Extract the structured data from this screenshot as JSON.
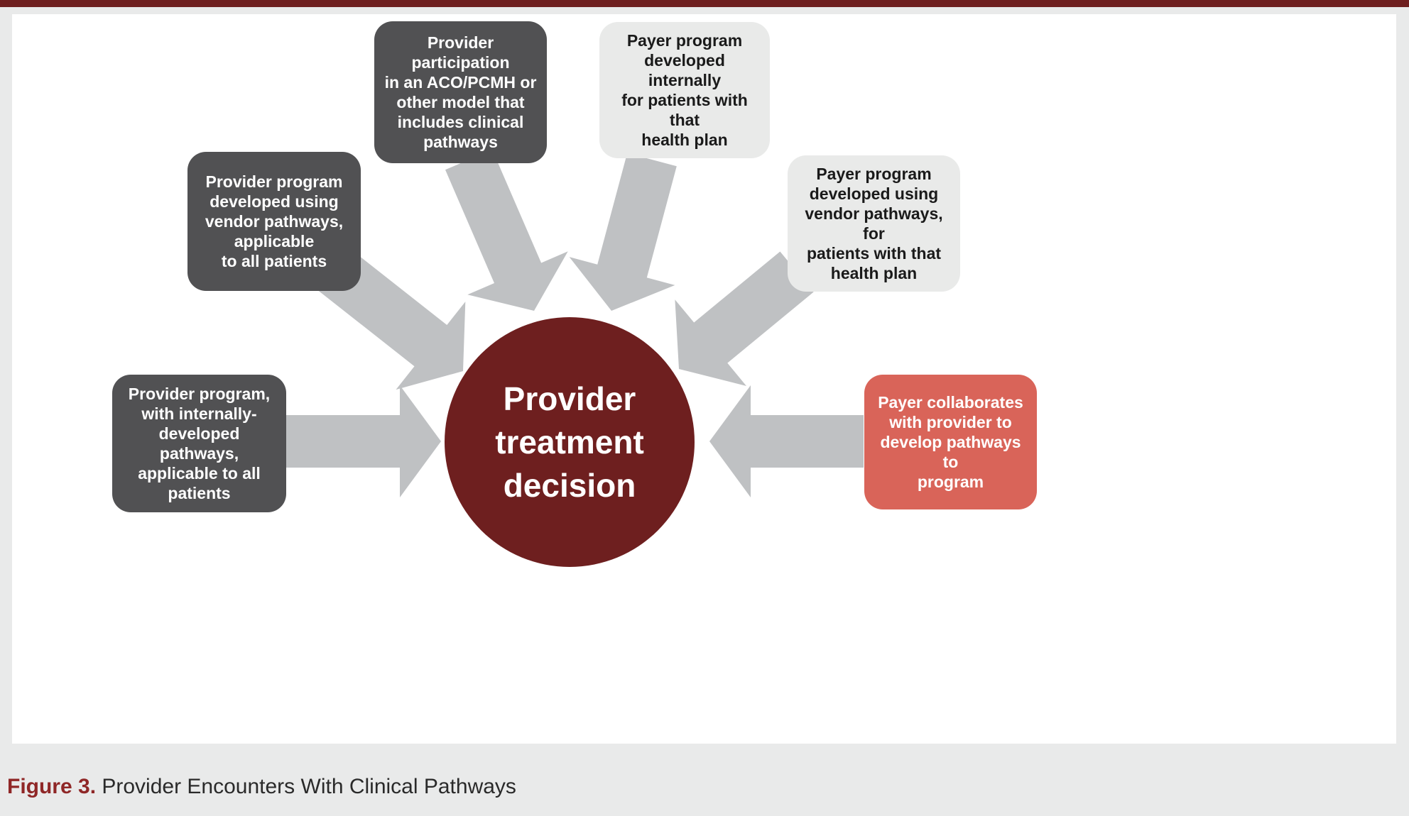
{
  "page": {
    "background_color": "#e9eaea",
    "topbar_color": "#6e1f1f",
    "panel_color": "#ffffff"
  },
  "caption": {
    "label": "Figure 3.",
    "label_color": "#8f2727",
    "text": " Provider Encounters With Clinical Pathways"
  },
  "diagram": {
    "arrow_color": "#bfc1c3",
    "center": {
      "id": "provider-treatment-decision",
      "text": "Provider\ntreatment\ndecision",
      "bg": "#6e1f1f",
      "fg": "#ffffff"
    },
    "nodes": [
      {
        "id": "provider-aco-pcmh",
        "text": "Provider participation\nin an ACO/PCMH or\nother model that\nincludes clinical\npathways",
        "bg": "#515153",
        "fg": "#ffffff"
      },
      {
        "id": "provider-vendor-pathways",
        "text": "Provider program\ndeveloped using\nvendor pathways,\napplicable\nto all patients",
        "bg": "#515153",
        "fg": "#ffffff"
      },
      {
        "id": "provider-internal-pathways",
        "text": "Provider program,\nwith internally-\ndeveloped pathways,\napplicable to all\npatients",
        "bg": "#515153",
        "fg": "#ffffff"
      },
      {
        "id": "payer-internal-program",
        "text": "Payer program\ndeveloped internally\nfor patients with that\nhealth plan",
        "bg": "#e9eae9",
        "fg": "#1a1a1a"
      },
      {
        "id": "payer-vendor-pathways",
        "text": "Payer program\ndeveloped using\nvendor pathways, for\npatients with that\nhealth plan",
        "bg": "#e9eae9",
        "fg": "#1a1a1a"
      },
      {
        "id": "payer-collaborates",
        "text": "Payer collaborates\nwith provider to\ndevelop pathways to\nprogram",
        "bg": "#d96459",
        "fg": "#ffffff"
      }
    ],
    "connections": [
      {
        "from": "provider-aco-pcmh",
        "to": "provider-treatment-decision"
      },
      {
        "from": "provider-vendor-pathways",
        "to": "provider-treatment-decision"
      },
      {
        "from": "provider-internal-pathways",
        "to": "provider-treatment-decision"
      },
      {
        "from": "payer-internal-program",
        "to": "provider-treatment-decision"
      },
      {
        "from": "payer-vendor-pathways",
        "to": "provider-treatment-decision"
      },
      {
        "from": "payer-collaborates",
        "to": "provider-treatment-decision"
      }
    ]
  }
}
